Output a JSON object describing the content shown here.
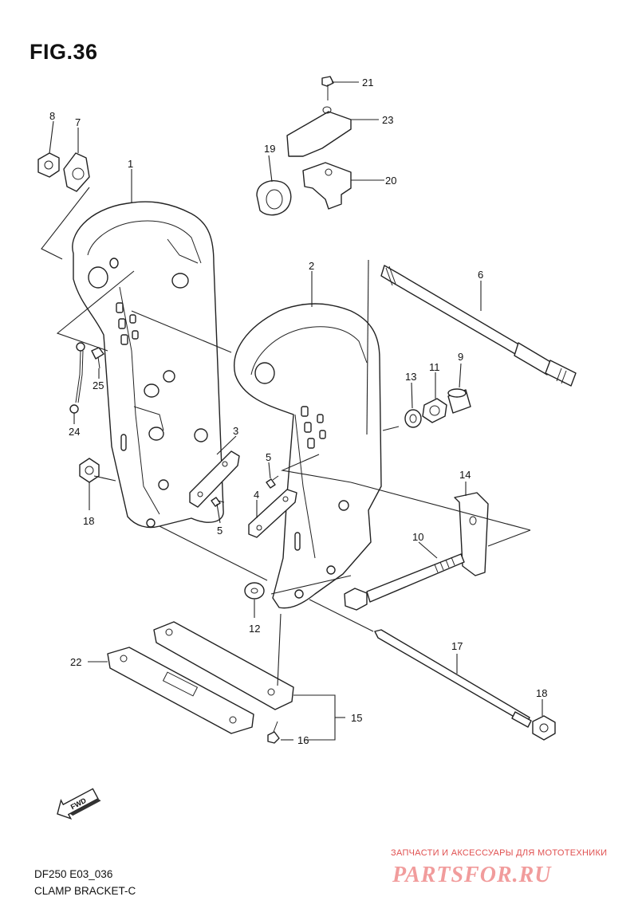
{
  "figure": {
    "title": "FIG.36",
    "model_code": "DF250 E03_036",
    "caption": "CLAMP BRACKET-C"
  },
  "callouts": [
    {
      "id": "c1",
      "label": "1"
    },
    {
      "id": "c2",
      "label": "2"
    },
    {
      "id": "c3",
      "label": "3"
    },
    {
      "id": "c4",
      "label": "4"
    },
    {
      "id": "c5a",
      "label": "5"
    },
    {
      "id": "c5b",
      "label": "5"
    },
    {
      "id": "c6",
      "label": "6"
    },
    {
      "id": "c7",
      "label": "7"
    },
    {
      "id": "c8",
      "label": "8"
    },
    {
      "id": "c9",
      "label": "9"
    },
    {
      "id": "c10",
      "label": "10"
    },
    {
      "id": "c11",
      "label": "11"
    },
    {
      "id": "c12",
      "label": "12"
    },
    {
      "id": "c13",
      "label": "13"
    },
    {
      "id": "c14",
      "label": "14"
    },
    {
      "id": "c15",
      "label": "15"
    },
    {
      "id": "c16",
      "label": "16"
    },
    {
      "id": "c17",
      "label": "17"
    },
    {
      "id": "c18a",
      "label": "18"
    },
    {
      "id": "c18b",
      "label": "18"
    },
    {
      "id": "c19",
      "label": "19"
    },
    {
      "id": "c20",
      "label": "20"
    },
    {
      "id": "c21",
      "label": "21"
    },
    {
      "id": "c22",
      "label": "22"
    },
    {
      "id": "c23",
      "label": "23"
    },
    {
      "id": "c24",
      "label": "24"
    },
    {
      "id": "c25",
      "label": "25"
    }
  ],
  "fwd_badge": "FWD",
  "watermark": {
    "subtitle": "ЗАПЧАСТИ И АКСЕССУАРЫ ДЛЯ МОТОТЕХНИКИ",
    "logo": "PARTSFOR.RU"
  }
}
